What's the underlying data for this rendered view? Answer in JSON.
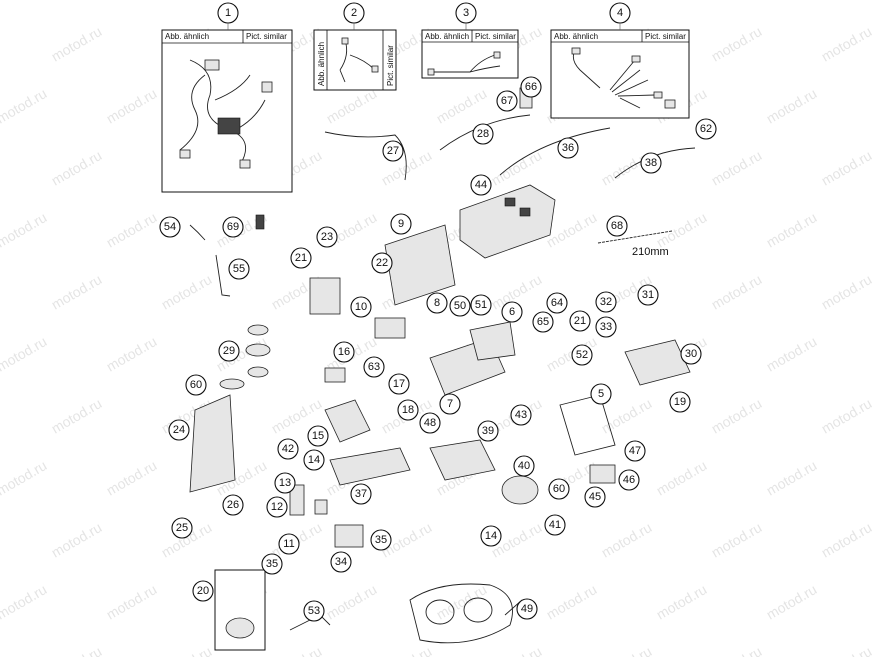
{
  "watermark": "motod.ru",
  "box_labels": {
    "similar_de": "Abb. ähnlich",
    "similar_en": "Pict. similar"
  },
  "top_numbers": [
    "1",
    "2",
    "3",
    "4"
  ],
  "dimension_label": "210mm",
  "callouts": [
    "5",
    "6",
    "7",
    "8",
    "9",
    "10",
    "11",
    "12",
    "13",
    "14",
    "14b",
    "15",
    "16",
    "17",
    "18",
    "19",
    "20",
    "21",
    "21b",
    "22",
    "23",
    "24",
    "25",
    "26",
    "27",
    "28",
    "29",
    "30",
    "31",
    "32",
    "33",
    "34",
    "35",
    "35b",
    "36",
    "37",
    "38",
    "39",
    "40",
    "41",
    "42",
    "43",
    "44",
    "45",
    "46",
    "47",
    "48",
    "49",
    "50",
    "51",
    "52",
    "53",
    "54",
    "55",
    "60",
    "60b",
    "62",
    "63",
    "64",
    "65",
    "66",
    "67",
    "68",
    "69"
  ],
  "callout_text": {
    "5": "5",
    "6": "6",
    "7": "7",
    "8": "8",
    "9": "9",
    "10": "10",
    "11": "11",
    "12": "12",
    "13": "13",
    "14": "14",
    "14b": "14",
    "15": "15",
    "16": "16",
    "17": "17",
    "18": "18",
    "19": "19",
    "20": "20",
    "21": "21",
    "21b": "21",
    "22": "22",
    "23": "23",
    "24": "24",
    "25": "25",
    "26": "26",
    "27": "27",
    "28": "28",
    "29": "29",
    "30": "30",
    "31": "31",
    "32": "32",
    "33": "33",
    "34": "34",
    "35": "35",
    "35b": "35",
    "36": "36",
    "37": "37",
    "38": "38",
    "39": "39",
    "40": "40",
    "41": "41",
    "42": "42",
    "43": "43",
    "44": "44",
    "45": "45",
    "46": "46",
    "47": "47",
    "48": "48",
    "49": "49",
    "50": "50",
    "51": "51",
    "52": "52",
    "53": "53",
    "54": "54",
    "55": "55",
    "60": "60",
    "60b": "60",
    "62": "62",
    "63": "63",
    "64": "64",
    "65": "65",
    "66": "66",
    "67": "67",
    "68": "68",
    "69": "69"
  }
}
